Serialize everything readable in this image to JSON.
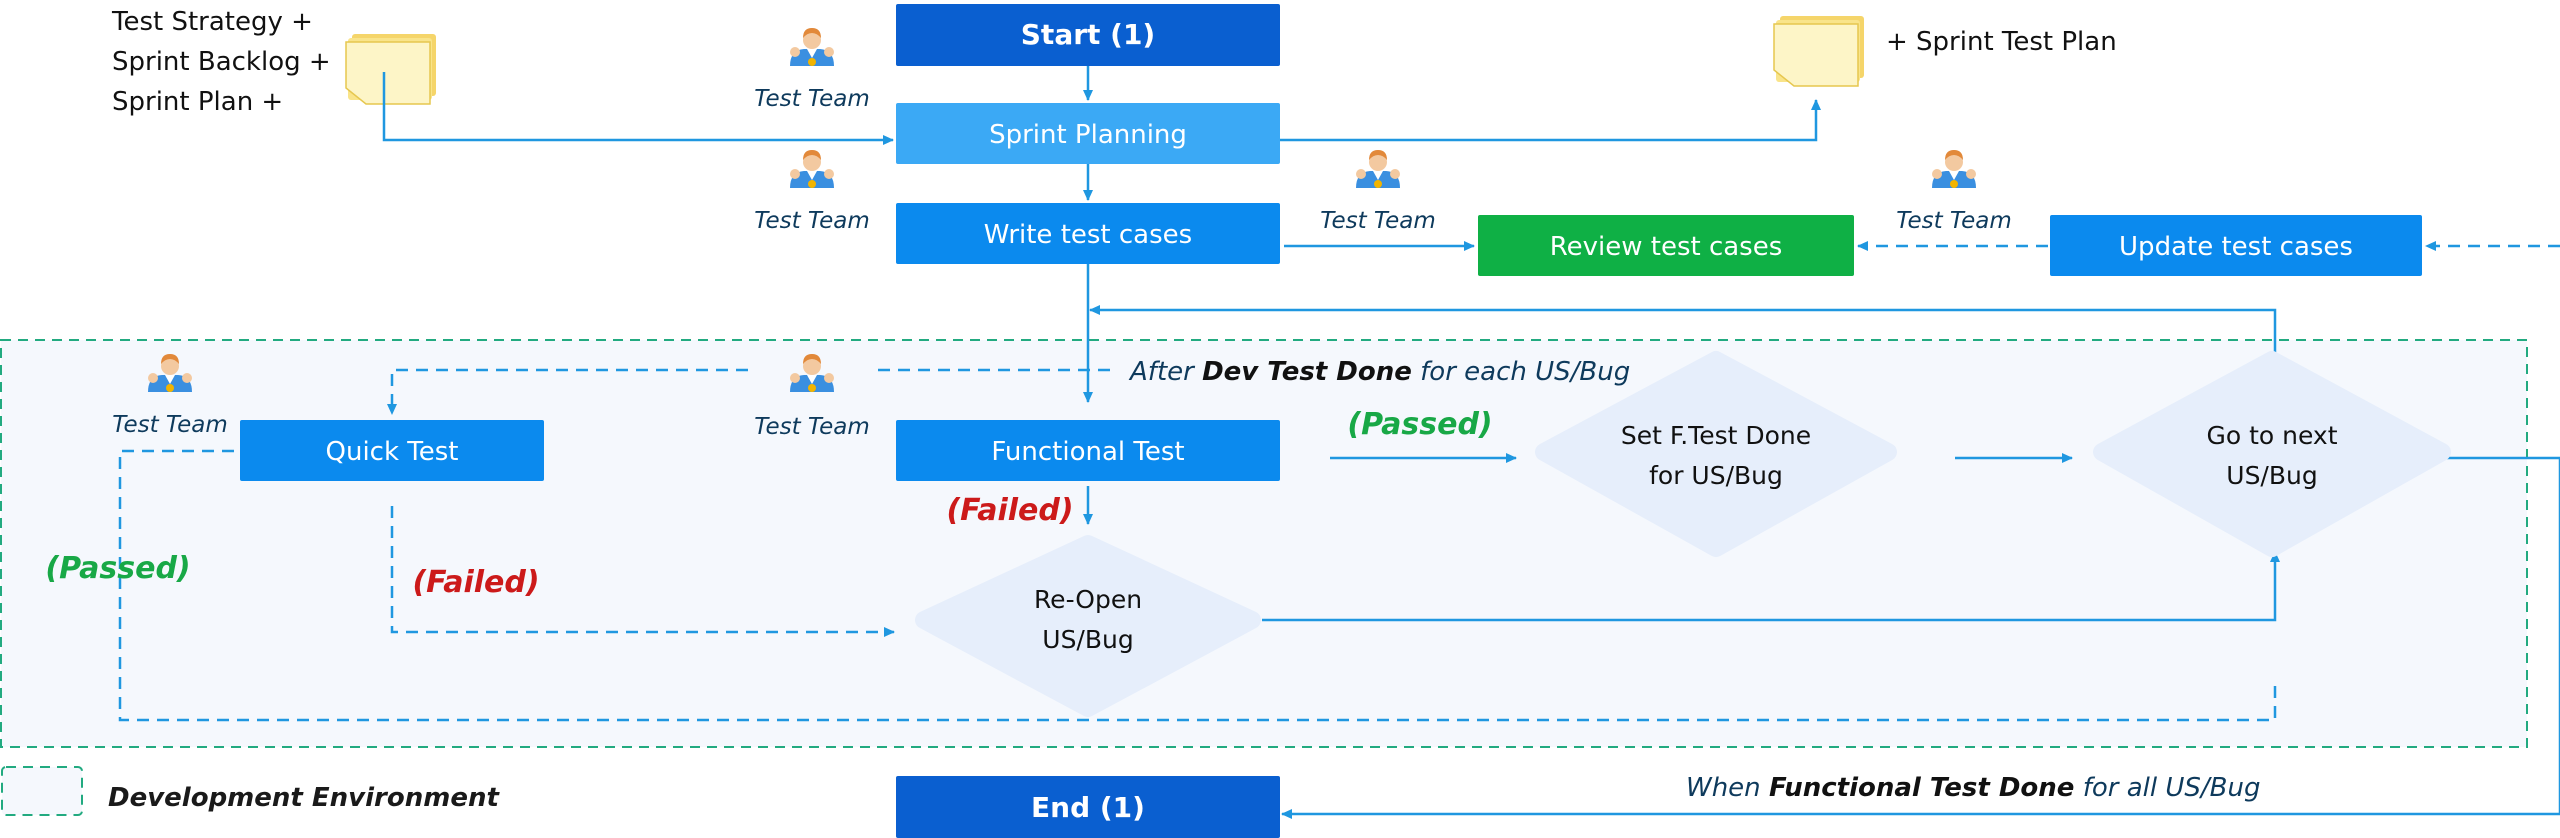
{
  "inputs": {
    "lines": [
      "Test Strategy +",
      "Sprint Backlog +",
      "Sprint Plan +"
    ]
  },
  "output": {
    "label": "+ Sprint Test Plan"
  },
  "nodes": {
    "start": "Start (1)",
    "sprint_planning": "Sprint Planning",
    "write_test_cases": "Write test cases",
    "review_test_cases": "Review test cases",
    "update_test_cases": "Update test cases",
    "quick_test": "Quick Test",
    "functional_test": "Functional Test",
    "set_ftest_done": [
      "Set F.Test Done",
      "for US/Bug"
    ],
    "go_to_next": [
      "Go to next",
      "US/Bug"
    ],
    "reopen": [
      "Re-Open",
      "US/Bug"
    ],
    "end": "End (1)"
  },
  "actors": {
    "test_team": "Test Team"
  },
  "conditions": {
    "passed": "(Passed)",
    "failed": "(Failed)"
  },
  "annotations": {
    "after_dev_test": {
      "prefix": "After ",
      "bold": "Dev Test Done",
      "suffix": " for each US/Bug"
    },
    "when_functional_done": {
      "prefix": "When ",
      "bold": "Functional Test Done",
      "suffix": " for all US/Bug"
    }
  },
  "legend": {
    "label": "Development Environment"
  },
  "colors": {
    "dark_blue": "#0a5fd0",
    "light_blue": "#3ba9f5",
    "blue": "#0b8aee",
    "green": "#0fb045",
    "arrow": "#1f97e0",
    "env_border": "#22aa80",
    "env_fill": "#f5f8fd",
    "diamond_fill": "#e6eefb",
    "passed_text": "#18a846",
    "failed_text": "#cc1a1a",
    "actor_text": "#0e3a5c"
  }
}
